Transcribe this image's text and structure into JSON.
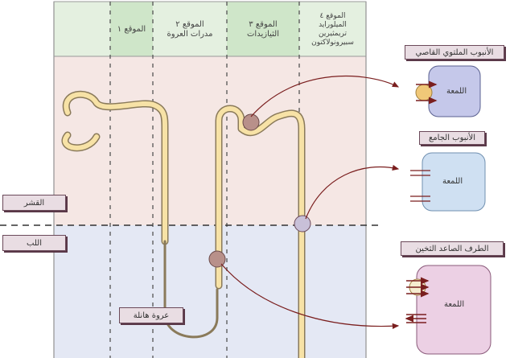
{
  "header": {
    "site1": "الموقع ١",
    "site2": [
      "الموقع ٢",
      "مدرات العروة"
    ],
    "site3": [
      "الموقع ٣",
      "الثيازيدات"
    ],
    "site4": [
      "الموقع ٤",
      "الميلورايد",
      "تريمثيرين",
      "سبيرونولاكتون"
    ]
  },
  "regions": {
    "cortex": "القشر",
    "medulla": "اللب",
    "loop": "عروة هانلة"
  },
  "cells": {
    "dct": {
      "title": "الأنبوب الملتوي القاصي",
      "lumen": "اللمعة"
    },
    "collecting": {
      "title": "الأنبوب الجامع",
      "lumen": "اللمعة"
    },
    "tal": {
      "title": "الطرف الصاعد الثخين",
      "lumen": "اللمعة"
    }
  },
  "colors": {
    "cortex": "#f5e7e4",
    "medulla": "#e4e8f4",
    "header_dark": "#cfe6c9",
    "header_light": "#e4f0e0",
    "tubule": "#f7e2a6",
    "arrow": "#7a1e1e"
  }
}
